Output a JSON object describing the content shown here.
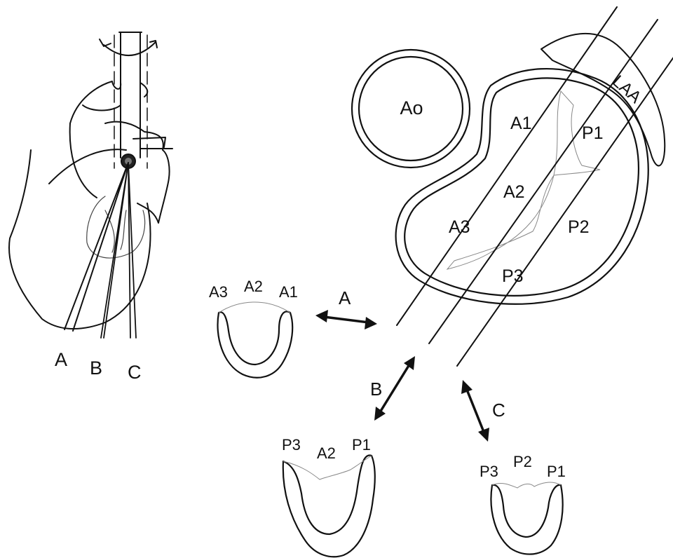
{
  "heart": {
    "view_labels": [
      "A",
      "B",
      "C"
    ]
  },
  "valve": {
    "aorta_label": "Ao",
    "appendage_label": "LAA",
    "scallops": [
      "A1",
      "A2",
      "A3",
      "P1",
      "P2",
      "P3"
    ]
  },
  "planes": {
    "a": {
      "arrow_label": "A",
      "segments": [
        "A3",
        "A2",
        "A1"
      ]
    },
    "b": {
      "arrow_label": "B",
      "segments": [
        "P3",
        "A2",
        "P1"
      ]
    },
    "c": {
      "arrow_label": "C",
      "segments": [
        "P3",
        "P2",
        "P1"
      ]
    }
  }
}
